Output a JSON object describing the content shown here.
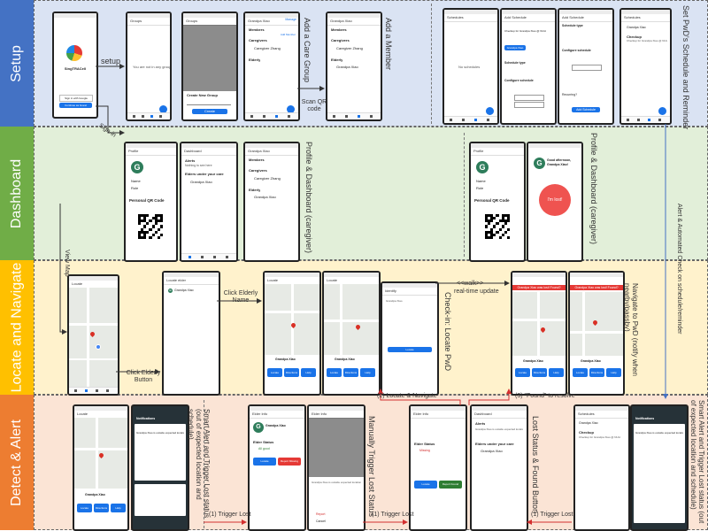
{
  "lanes": {
    "setup": {
      "label": "Setup",
      "color": "#4472c4",
      "bg": "#dae3f3"
    },
    "dashboard": {
      "label": "Dashboard",
      "color": "#70ad47",
      "bg": "#e2efd9"
    },
    "locate": {
      "label": "Locate and Navigate",
      "color": "#ffc000",
      "bg": "#fff2cc"
    },
    "detect": {
      "label": "Detect & Alert",
      "color": "#ed7d31",
      "bg": "#fbe4d5"
    }
  },
  "setup": {
    "app_name": "SingTRACell",
    "signin_google": "Sign in with Google",
    "continue_guest": "Continue as Guest",
    "groups_title": "Groups",
    "groups_empty": "You are not in any group",
    "create_group_title": "Create New Group",
    "create_btn": "Create",
    "members_title": "Members",
    "add_member": "Add Member",
    "caregivers": "Caregivers",
    "elderly": "Elderly",
    "group_name": "Grandpa Xiao",
    "caregiver_name": "Caregiver Zhang",
    "manage": "Manage",
    "schedules_title": "Schedules",
    "no_schedules": "No schedules",
    "add_schedule": "Add Schedule",
    "schedule_type": "Schedule type",
    "configure_schedule": "Configure schedule",
    "add_schedule_btn": "Add Schedule",
    "recurring": "Recurring?",
    "checkup": "Checkup",
    "checkup_detail": "Checkup for Grandpa Xiao @ NUH"
  },
  "dashboard": {
    "profile_title": "Profile",
    "name_label": "Name",
    "role_label": "Role",
    "personal_qr": "Personal QR Code",
    "dashboard_title": "Dashboard",
    "alerts": "Alerts",
    "nothing_to_see": "Nothing to see here",
    "elders_under_care": "Elders under your care",
    "greeting": "Good afternoon, Grandpa Xiao!",
    "im_lost": "I'm lost!",
    "avatar_letter": "G"
  },
  "locate": {
    "locate_title": "Locate",
    "locate_elder": "Locate elder",
    "elder_name": "Grandpa Xiao",
    "identify": "Identify",
    "lost_banner": "Grandpa Xiao was lost! Found?",
    "btn_locate": "Locate",
    "btn_directions": "Directions",
    "btn_help": "Help"
  },
  "detect": {
    "notifications": "Notifications",
    "elder_info": "Elder Info",
    "elder_status": "Elder Status",
    "status_ok": "All good",
    "status_missing": "Missing",
    "report_missing": "Report Missing",
    "report_found": "Report Found",
    "cancel": "Cancel",
    "report": "Report",
    "checkup_title": "Checkup",
    "outside_location": "Grandpa Xiao is outside expected location"
  },
  "annotations": {
    "setup_arrow": "setup",
    "sign_in": "Sign-in",
    "add_care_group": "Add a Care Group",
    "scan_qr": "Scan QR code",
    "add_member": "Add a Member",
    "set_schedule": "Set PwD's Schedule and Reminder",
    "profile_dashboard_caregiver": "Profile & Dashboard (caregiver)",
    "profile_dashboard_caregiver_2": "Profile & Dashboard (caregiver)",
    "alert_auto_check": "Alert & Automated Check on schedule/reminder",
    "view_map": "View Map",
    "click_elderly_name": "Click Elderly Name",
    "click_elderly_button": "Click Elderly Button",
    "walk": "<<walk>>",
    "realtime_update": "real-time update",
    "checkin_locate": "Check-in: Locate PwD",
    "navigate_pwd": "Navigate to PwD (notify when nearby/passby)",
    "smart_alert_left": "Smart Alert and Trigger Lost status (out of expected location and schedule)",
    "manually_trigger": "Manually Trigger Lost Status",
    "lost_status_found": "Lost Status & Found Button",
    "smart_alert_right": "Smart Alert and Trigger Lost status (out of expected location and schedule)",
    "trigger_lost_1": "(1) Trigger Lost",
    "trigger_lost_2": "(1) Trigger Lost",
    "trigger_lost_3": "(1) Trigger Lost",
    "locate_navigate": "(2) Locate & Navigate",
    "found_resolve": "(3) \"Found\" to resolve"
  }
}
